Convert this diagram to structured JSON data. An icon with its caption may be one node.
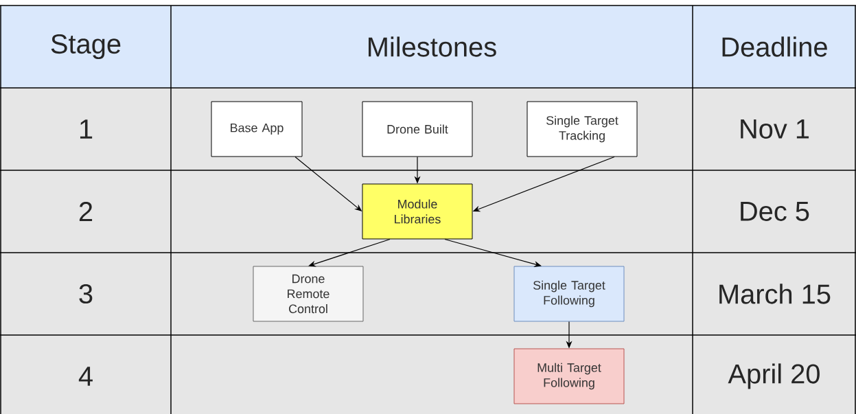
{
  "diagram": {
    "nodes": [
      {
        "text": [
          "Base App"
        ]
      },
      {
        "text": [
          "Drone Built"
        ]
      },
      {
        "text": [
          "Single Target Tracking"
        ]
      },
      {
        "text": [
          "Module Libraries"
        ]
      },
      {
        "text": [
          "Drone Remote Control"
        ]
      },
      {
        "text": [
          "Single Target Following"
        ]
      },
      {
        "text": [
          "Multi Target Following"
        ]
      }
    ],
    "edges": [
      {
        "from": 0,
        "to": 3,
        "arrow": "to"
      },
      {
        "from": 1,
        "to": 3,
        "arrow": "to"
      },
      {
        "from": 2,
        "to": 3,
        "arrow": "to"
      },
      {
        "from": 3,
        "to": 4,
        "arrow": "to"
      },
      {
        "from": 3,
        "to": 5,
        "arrow": "to"
      },
      {
        "from": 5,
        "to": 6,
        "arrow": "to"
      }
    ],
    "labels": [
      "Stage",
      "Milestones",
      "Deadline",
      "1",
      "Nov 1",
      "2",
      "Dec 5",
      "3",
      "March 15",
      "4",
      "April 20"
    ]
  }
}
